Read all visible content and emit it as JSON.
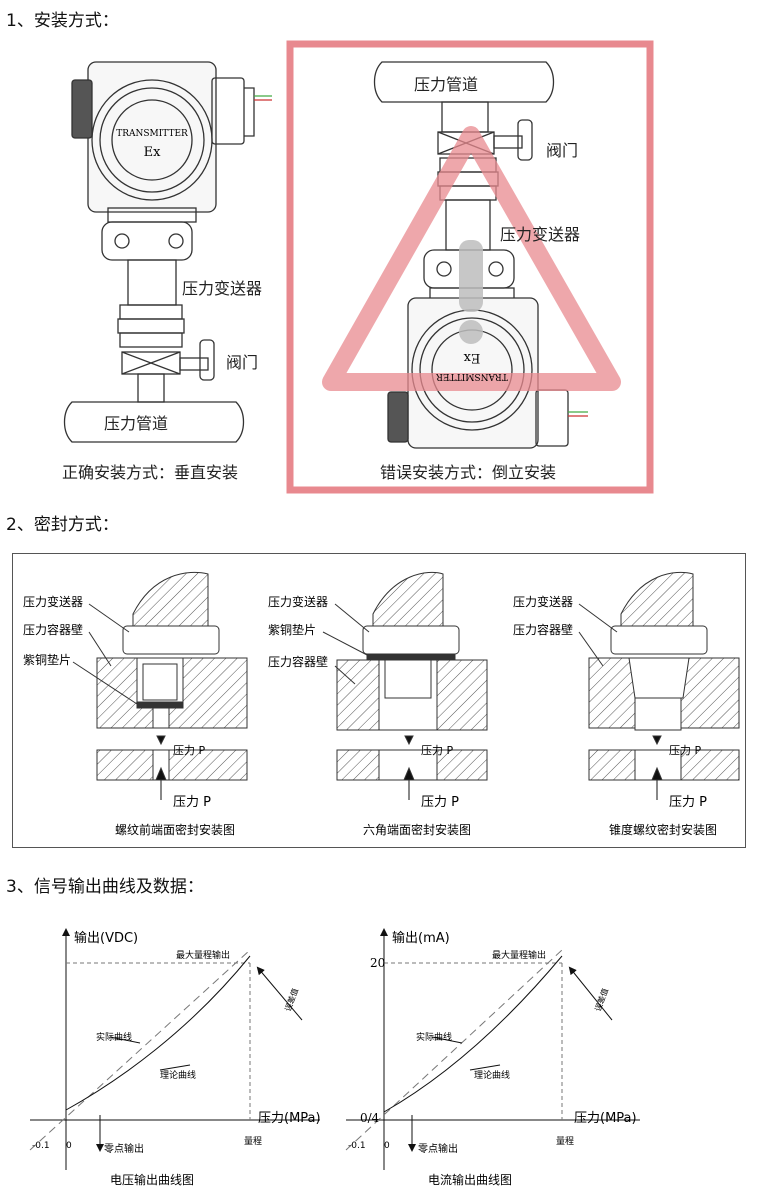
{
  "sections": {
    "install_title": "1、安装方式：",
    "seal_title": "2、密封方式：",
    "signal_title": "3、信号输出曲线及数据："
  },
  "install": {
    "left": {
      "transmitter_text1": "TRANSMITTER",
      "transmitter_text2": "Ex",
      "label_transmitter": "压力变送器",
      "label_valve": "阀门",
      "label_pipe": "压力管道",
      "caption": "正确安装方式：垂直安装"
    },
    "right": {
      "label_pipe": "压力管道",
      "label_valve": "阀门",
      "label_transmitter": "压力变送器",
      "transmitter_text1": "TRANSMITTER",
      "transmitter_text2": "Ex",
      "caption": "错误安装方式：倒立安装",
      "warning_color": "#e8898f"
    }
  },
  "seal": {
    "panels": [
      {
        "labels": [
          "压力变送器",
          "压力容器壁",
          "紫铜垫片"
        ],
        "pressure": "压力 P",
        "caption": "螺纹前端面密封安装图"
      },
      {
        "labels": [
          "压力变送器",
          "紫铜垫片",
          "压力容器壁"
        ],
        "pressure": "压力 P",
        "caption": "六角端面密封安装图"
      },
      {
        "labels": [
          "压力变送器",
          "压力容器壁"
        ],
        "pressure": "压力 P",
        "caption": "锥度螺纹密封安装图"
      }
    ]
  },
  "curves": [
    {
      "ylabel": "输出(VDC)",
      "xlabel": "压力(MPa)",
      "max_output": "最大量程输出",
      "real_curve": "实际曲线",
      "theory_curve": "理论曲线",
      "error_value": "误差值",
      "zero_output": "零点输出",
      "range": "量程",
      "x_neg": "-0.1",
      "x_zero": "0",
      "y_top": "",
      "y_bottom": "",
      "caption": "电压输出曲线图"
    },
    {
      "ylabel": "输出(mA)",
      "xlabel": "压力(MPa)",
      "max_output": "最大量程输出",
      "real_curve": "实际曲线",
      "theory_curve": "理论曲线",
      "error_value": "误差值",
      "zero_output": "零点输出",
      "range": "量程",
      "x_neg": "-0.1",
      "x_zero": "0",
      "y_top": "20",
      "y_bottom": "0/4",
      "caption": "电流输出曲线图"
    }
  ]
}
